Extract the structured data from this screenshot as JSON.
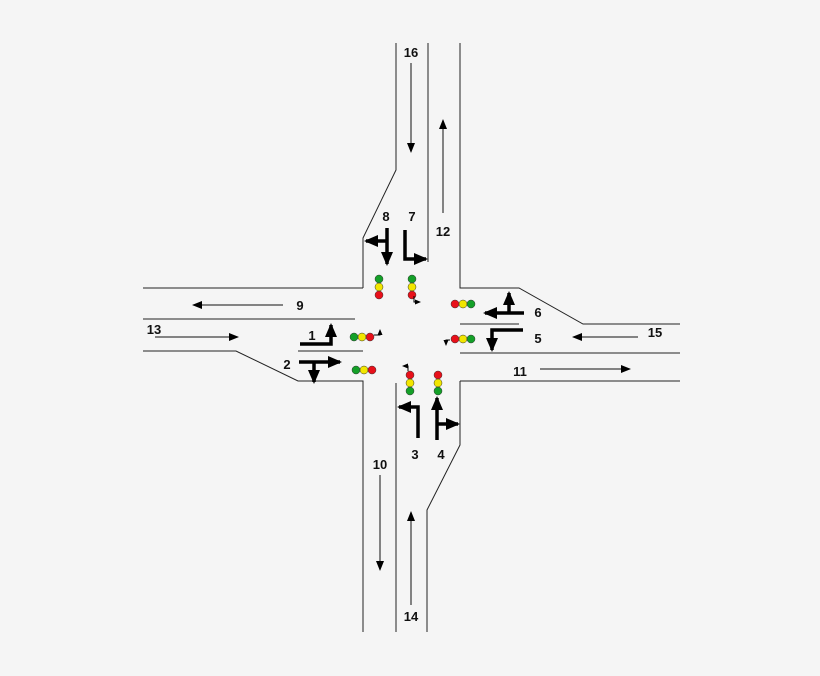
{
  "labels": {
    "l1": "1",
    "l2": "2",
    "l3": "3",
    "l4": "4",
    "l5": "5",
    "l6": "6",
    "l7": "7",
    "l8": "8",
    "l9": "9",
    "l10": "10",
    "l11": "11",
    "l12": "12",
    "l13": "13",
    "l14": "14",
    "l15": "15",
    "l16": "16"
  },
  "colors": {
    "background": "#f5f5f5",
    "road_line": "#222222",
    "arrow": "#000000",
    "signal_red": "#e8101a",
    "signal_yellow": "#f2e600",
    "signal_green": "#14a028"
  }
}
